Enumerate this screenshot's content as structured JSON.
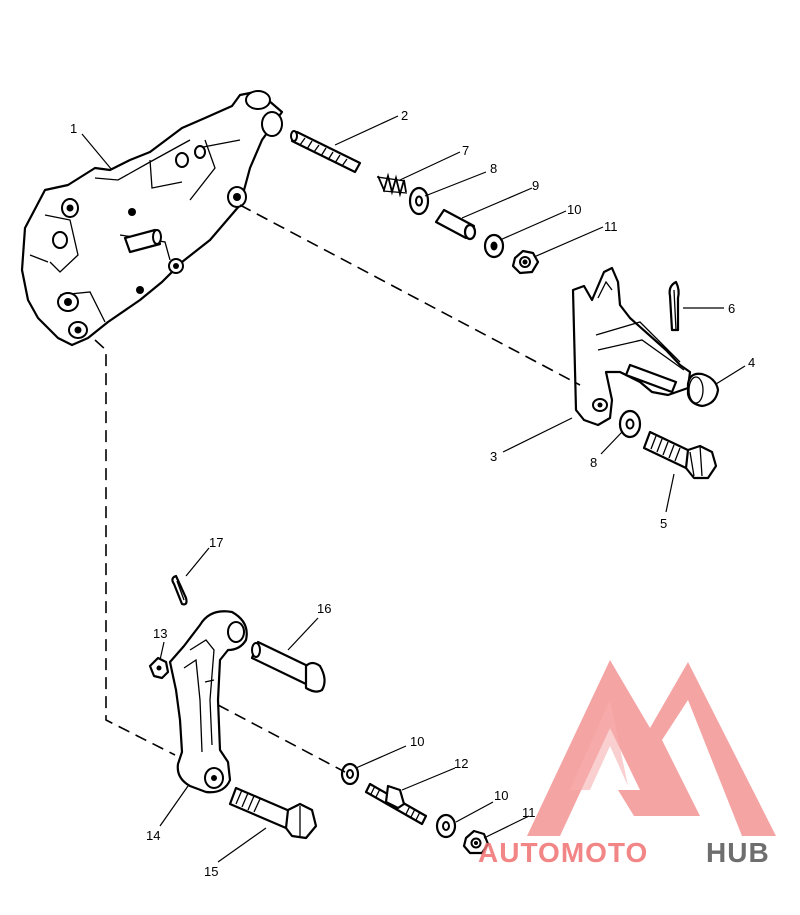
{
  "callouts": [
    {
      "id": "c1",
      "text": "1"
    },
    {
      "id": "c2",
      "text": "2"
    },
    {
      "id": "c7",
      "text": "7"
    },
    {
      "id": "c8a",
      "text": "8"
    },
    {
      "id": "c9",
      "text": "9"
    },
    {
      "id": "c10a",
      "text": "10"
    },
    {
      "id": "c11a",
      "text": "11"
    },
    {
      "id": "c6",
      "text": "6"
    },
    {
      "id": "c4",
      "text": "4"
    },
    {
      "id": "c3",
      "text": "3"
    },
    {
      "id": "c8b",
      "text": "8"
    },
    {
      "id": "c5",
      "text": "5"
    },
    {
      "id": "c17",
      "text": "17"
    },
    {
      "id": "c16",
      "text": "16"
    },
    {
      "id": "c13",
      "text": "13"
    },
    {
      "id": "c10b",
      "text": "10"
    },
    {
      "id": "c12",
      "text": "12"
    },
    {
      "id": "c10c",
      "text": "10"
    },
    {
      "id": "c11b",
      "text": "11"
    },
    {
      "id": "c14",
      "text": "14"
    },
    {
      "id": "c15",
      "text": "15"
    }
  ],
  "watermark": {
    "part1": "AUTOMOTO",
    "part2": "HUB",
    "color_primary": "#f07070",
    "color_secondary": "#555555"
  }
}
